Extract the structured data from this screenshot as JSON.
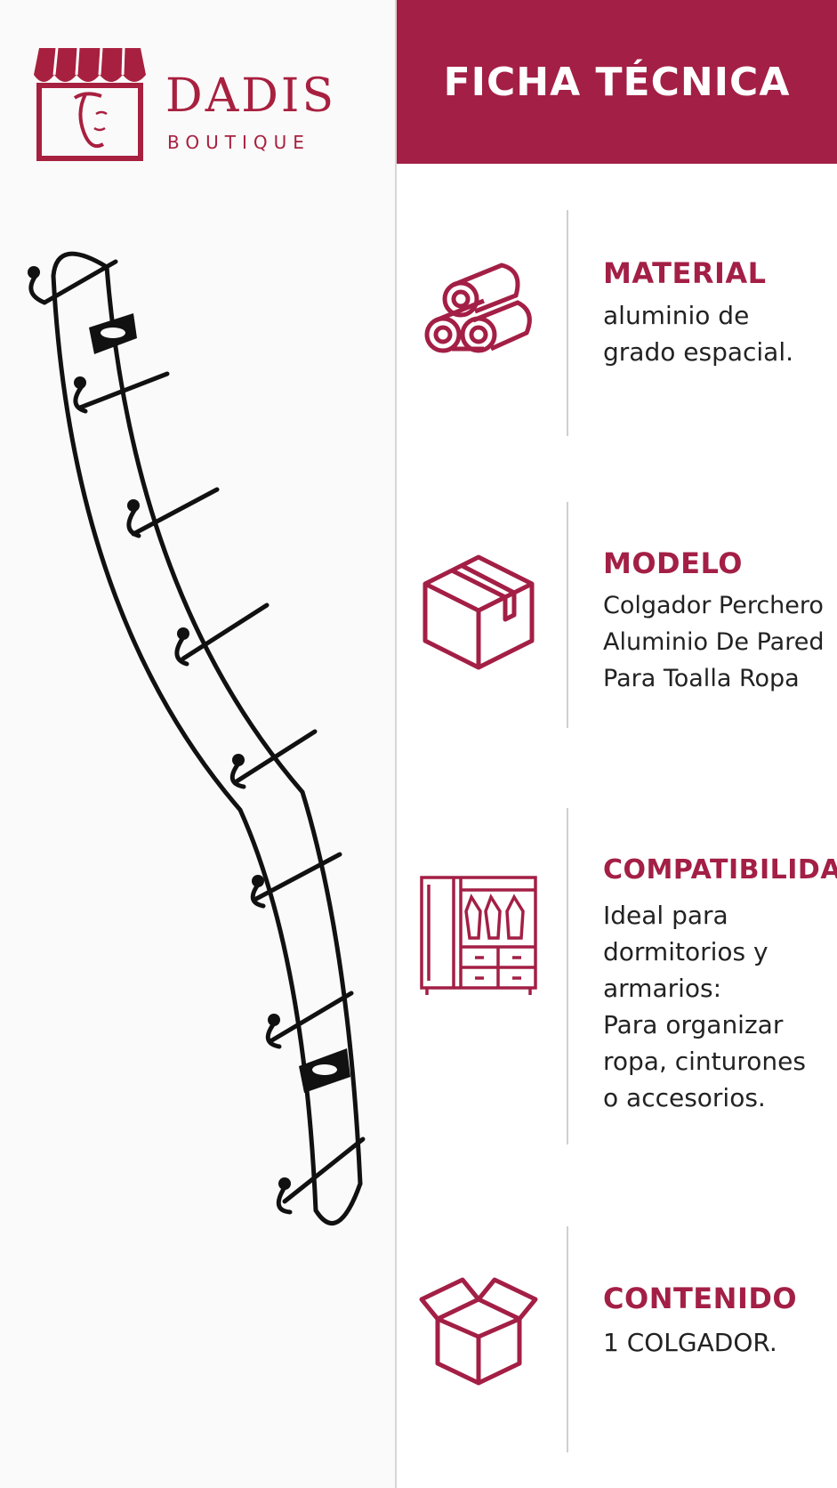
{
  "brand": {
    "name": "DADIS",
    "subtitle": "BOUTIQUE",
    "accent_color": "#a31f45"
  },
  "header": {
    "title": "FICHA TÉCNICA"
  },
  "sections": [
    {
      "icon": "pipes-icon",
      "label": "MATERIAL",
      "text": "aluminio de\ngrado espacial."
    },
    {
      "icon": "box-icon",
      "label": "MODELO",
      "text": "Colgador Perchero\nAluminio De Pared\nPara Toalla Ropa"
    },
    {
      "icon": "wardrobe-icon",
      "label": "COMPATIBILIDAD",
      "text": "Ideal para\ndormitorios y\narmarios:\nPara organizar\nropa, cinturones\no accesorios."
    },
    {
      "icon": "open-box-icon",
      "label": "CONTENIDO",
      "text": "1 COLGADOR."
    }
  ]
}
